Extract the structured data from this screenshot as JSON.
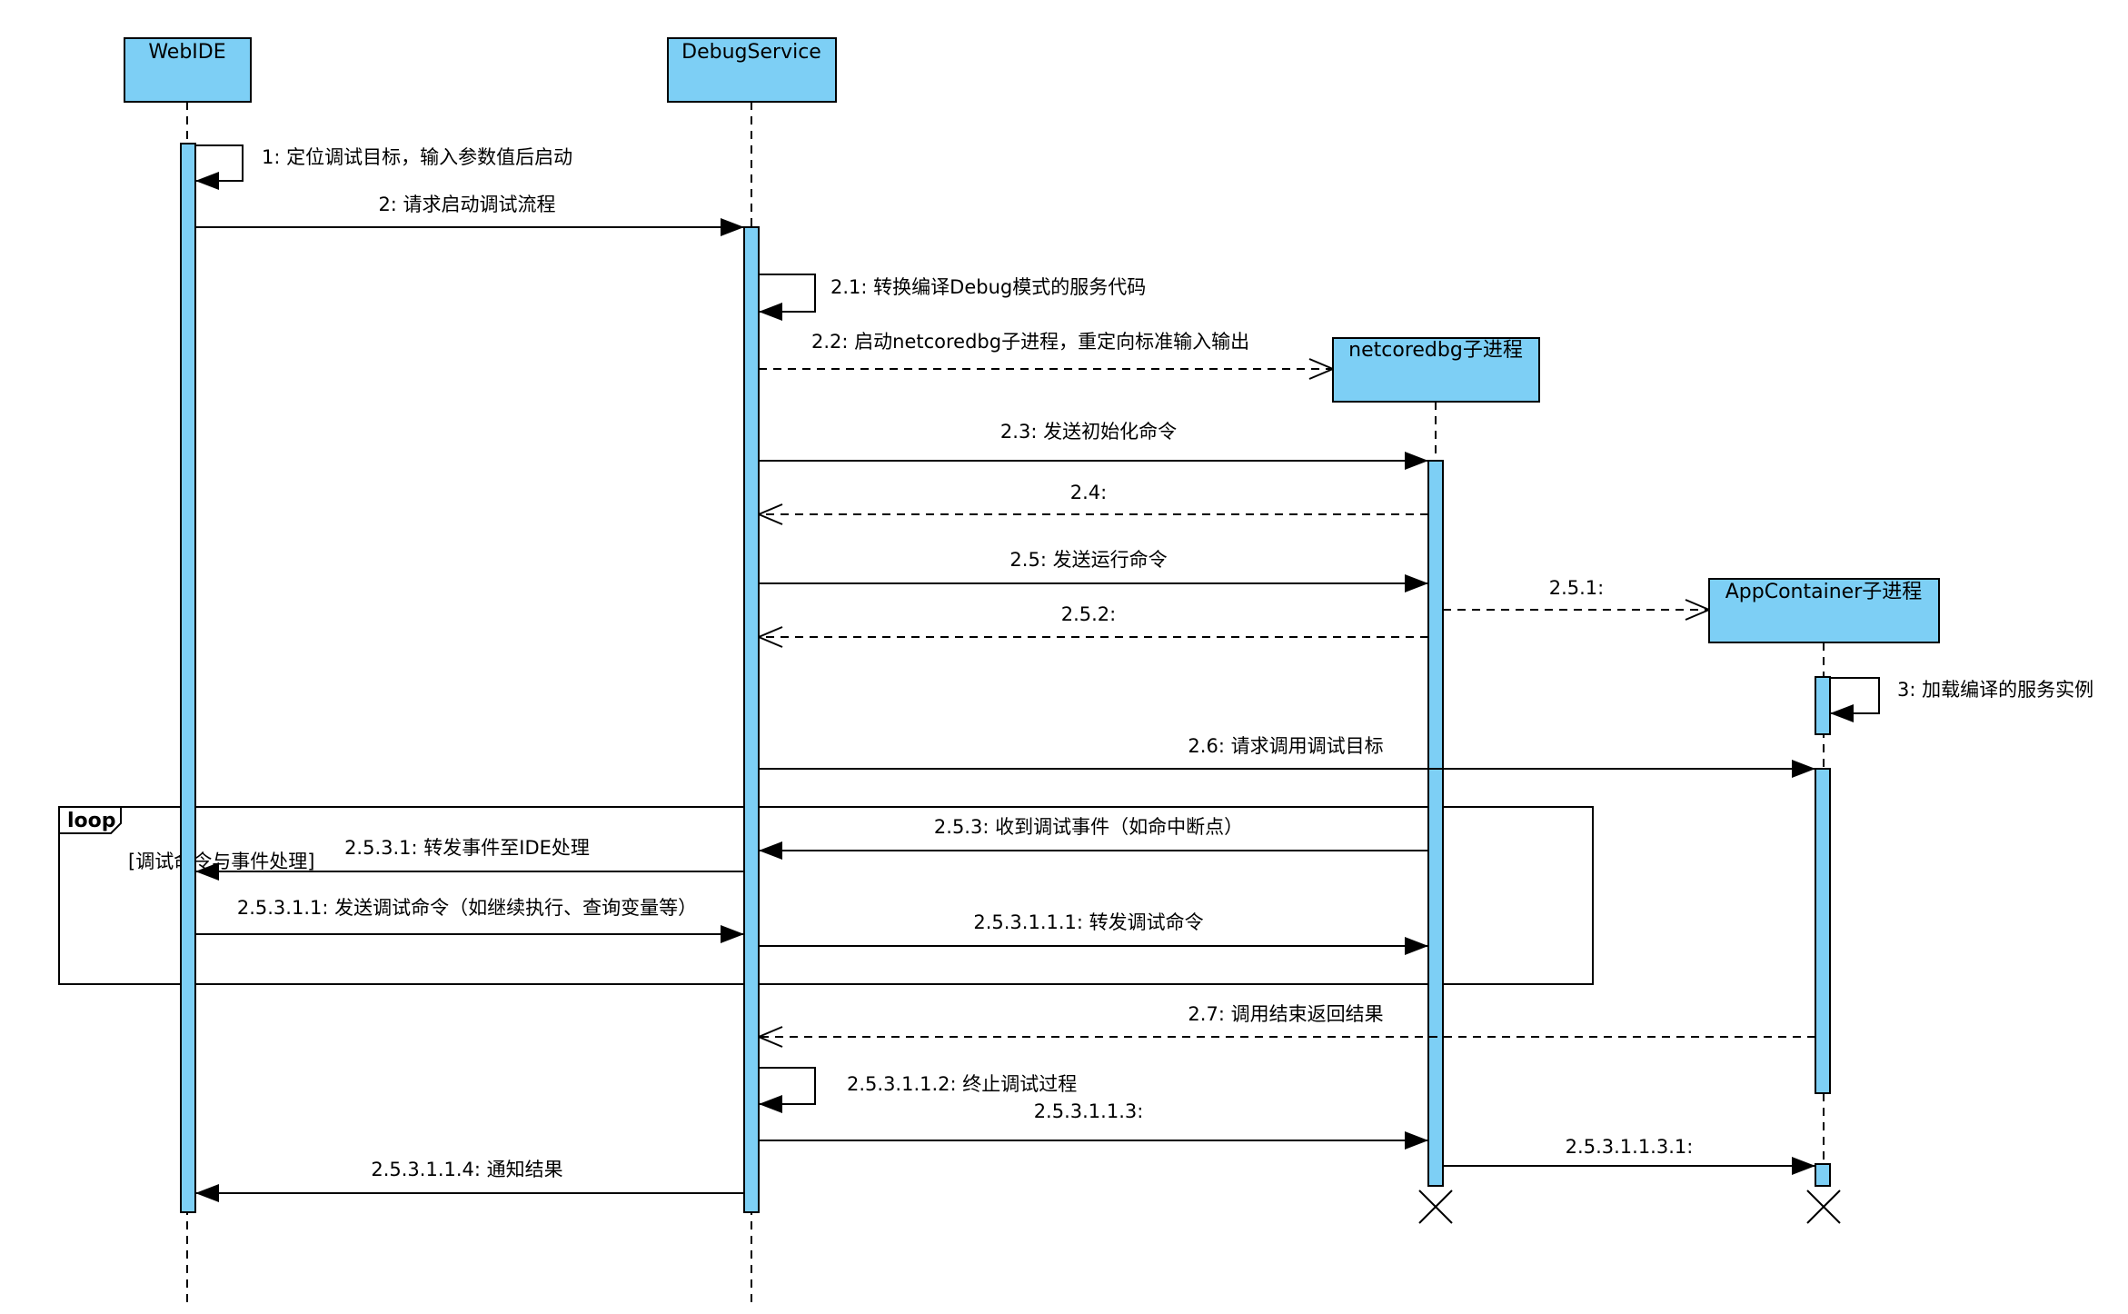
{
  "participants": [
    {
      "id": "webide",
      "label": "WebIDE"
    },
    {
      "id": "debugservice",
      "label": "DebugService"
    },
    {
      "id": "netcoredbg",
      "label": "netcoredbg子进程"
    },
    {
      "id": "appcontainer",
      "label": "AppContainer子进程"
    }
  ],
  "messages": [
    {
      "id": "m1",
      "label": "1: 定位调试目标，输入参数值后启动"
    },
    {
      "id": "m2",
      "label": "2: 请求启动调试流程"
    },
    {
      "id": "m2_1",
      "label": "2.1: 转换编译Debug模式的服务代码"
    },
    {
      "id": "m2_2",
      "label": "2.2: 启动netcoredbg子进程，重定向标准输入输出"
    },
    {
      "id": "m2_3",
      "label": "2.3: 发送初始化命令"
    },
    {
      "id": "m2_4",
      "label": "2.4:"
    },
    {
      "id": "m2_5",
      "label": "2.5: 发送运行命令"
    },
    {
      "id": "m2_5_1",
      "label": "2.5.1:"
    },
    {
      "id": "m2_5_2",
      "label": "2.5.2:"
    },
    {
      "id": "m3",
      "label": "3: 加载编译的服务实例"
    },
    {
      "id": "m2_6",
      "label": "2.6: 请求调用调试目标"
    },
    {
      "id": "m2_5_3",
      "label": "2.5.3: 收到调试事件（如命中断点）"
    },
    {
      "id": "m2_5_3_1",
      "label": "2.5.3.1: 转发事件至IDE处理"
    },
    {
      "id": "m2_5_3_1_1",
      "label": "2.5.3.1.1: 发送调试命令（如继续执行、查询变量等）"
    },
    {
      "id": "m2_5_3_1_1_1",
      "label": "2.5.3.1.1.1: 转发调试命令"
    },
    {
      "id": "m2_7",
      "label": "2.7: 调用结束返回结果"
    },
    {
      "id": "m2_5_3_1_1_2",
      "label": "2.5.3.1.1.2: 终止调试过程"
    },
    {
      "id": "m2_5_3_1_1_3",
      "label": "2.5.3.1.1.3:"
    },
    {
      "id": "m2_5_3_1_1_3_1",
      "label": "2.5.3.1.1.3.1:"
    },
    {
      "id": "m2_5_3_1_1_4",
      "label": "2.5.3.1.1.4: 通知结果"
    }
  ],
  "loop": {
    "keyword": "loop",
    "guard": "[调试命令与事件处理]"
  },
  "colors": {
    "box_fill": "#7dcff5",
    "line": "#000000",
    "background": "#ffffff"
  }
}
